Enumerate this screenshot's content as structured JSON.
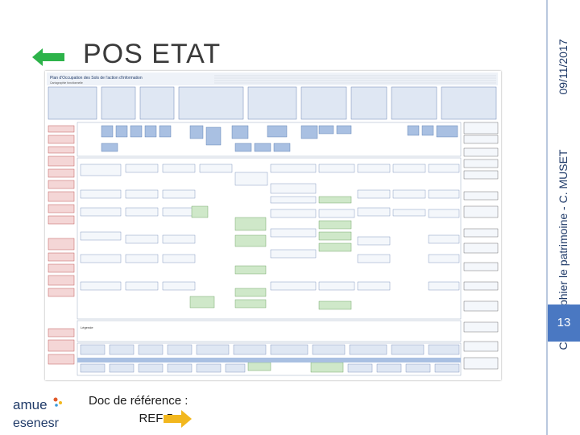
{
  "slide": {
    "title": "POS ETAT",
    "date": "09/11/2017",
    "side_caption": "Cartographier le patrimoine - C. MUSET",
    "page_number": "13",
    "reference_line1": "Doc de référence :",
    "reference_line2": "REF 5",
    "logo_top": "amue",
    "logo_bottom": "esenesr",
    "accent_color": "#4a78c2",
    "arrow_color": "#2db34a",
    "ref_arrow_color": "#f2b71e"
  },
  "map_document": {
    "header_title": "Plan d'Occupation des Sols de l'action d'information",
    "header_subtitle": "Cartographie fonctionnelle",
    "legend": "Légende"
  }
}
